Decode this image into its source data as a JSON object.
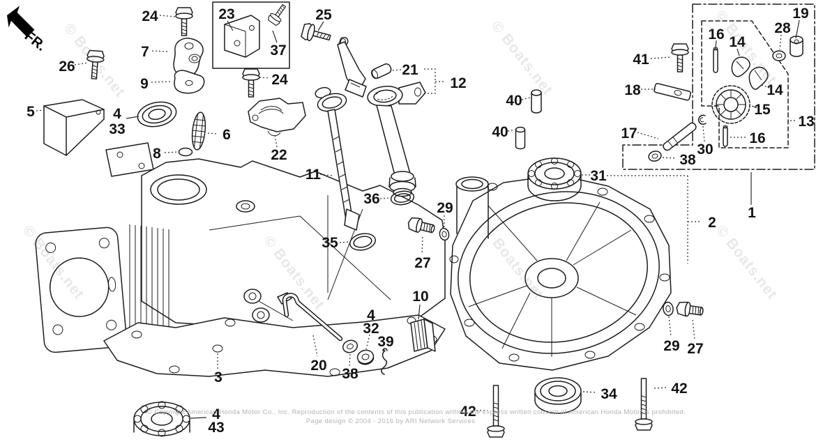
{
  "diagram": {
    "fr_label": "FR.",
    "watermark": "© Boats.net",
    "footer": {
      "line1": "© Copyright American Honda Motor Co., Inc. Reproduction of the contents of this publication without the express written consent of American Honda Motor is prohibited.",
      "line2": "Page design © 2004 - 2016 by ARI Network Services"
    }
  },
  "callouts": {
    "bolt24_top": "24",
    "bracket23": "23",
    "bolt37": "37",
    "bolt25": "25",
    "pin21": "21",
    "tube12": "12",
    "bushing19": "19",
    "nut28": "28",
    "pin16_upper": "16",
    "weight14_upper": "14",
    "bolt41": "41",
    "plate18": "18",
    "weight14_right": "14",
    "gear15": "15",
    "governor13": "13",
    "pin16_lower": "16",
    "bracket5": "5",
    "seal4_upper": "4",
    "seal33": "33",
    "pin40_upper": "40",
    "pin40_lower": "40",
    "shaft17": "17",
    "screen6": "6",
    "plug8": "8",
    "bracket22": "22",
    "washer38_right": "38",
    "clip30": "30",
    "dipstick11": "11",
    "bearing31": "31",
    "oring36": "36",
    "washer29_mid": "29",
    "cover2": "2",
    "assembly1": "1",
    "bolt27_mid": "27",
    "oring35": "35",
    "clip10": "10",
    "bush4_mid": "4",
    "bush32": "32",
    "pin39": "39",
    "washer29_lower": "29",
    "bolt27_lower": "27",
    "rod20": "20",
    "washer38_lower": "38",
    "barrel3": "3",
    "bolt42_left": "42",
    "seal34": "34",
    "bolt42_right": "42",
    "bearing4_bottom": "4",
    "bearing43": "43",
    "bolt26": "26",
    "plate7": "7",
    "plate9": "9",
    "bolt24_mid": "24"
  }
}
